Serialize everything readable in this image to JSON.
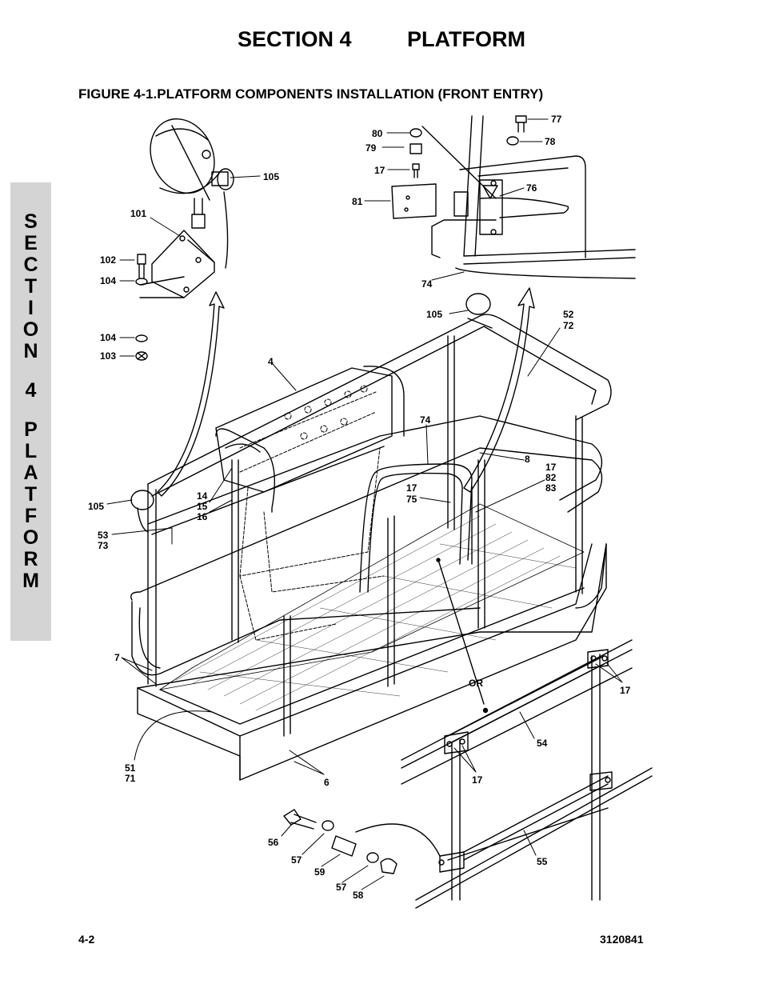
{
  "header": {
    "section": "SECTION 4",
    "title": "PLATFORM"
  },
  "figure_title": "FIGURE 4-1.PLATFORM COMPONENTS INSTALLATION (FRONT ENTRY)",
  "side_tab": {
    "letters": [
      "S",
      "E",
      "C",
      "T",
      "I",
      "O",
      "N",
      "",
      "4",
      "",
      "P",
      "L",
      "A",
      "T",
      "F",
      "O",
      "R",
      "M"
    ]
  },
  "callouts": {
    "c80": "80",
    "c79": "79",
    "c17a": "17",
    "c81": "81",
    "c77": "77",
    "c78": "78",
    "c76": "76",
    "c105a": "105",
    "c101": "101",
    "c102": "102",
    "c104a": "104",
    "c104b": "104",
    "c103": "103",
    "c74a": "74",
    "c105b": "105",
    "c52": "52",
    "c72": "72",
    "c4": "4",
    "c74b": "74",
    "c8": "8",
    "c17b": "17",
    "c82": "82",
    "c83": "83",
    "c17c": "17",
    "c75": "75",
    "c14": "14",
    "c15": "15",
    "c16": "16",
    "c105c": "105",
    "c53": "53",
    "c73": "73",
    "c7": "7",
    "c17d": "17",
    "cOR": "OR",
    "c54": "54",
    "c51": "51",
    "c71": "71",
    "c6": "6",
    "c17e": "17",
    "c56": "56",
    "c57a": "57",
    "c59": "59",
    "c57b": "57",
    "c58": "58",
    "c55": "55"
  },
  "footer": {
    "page_number": "4-2",
    "doc_number": "3120841"
  }
}
